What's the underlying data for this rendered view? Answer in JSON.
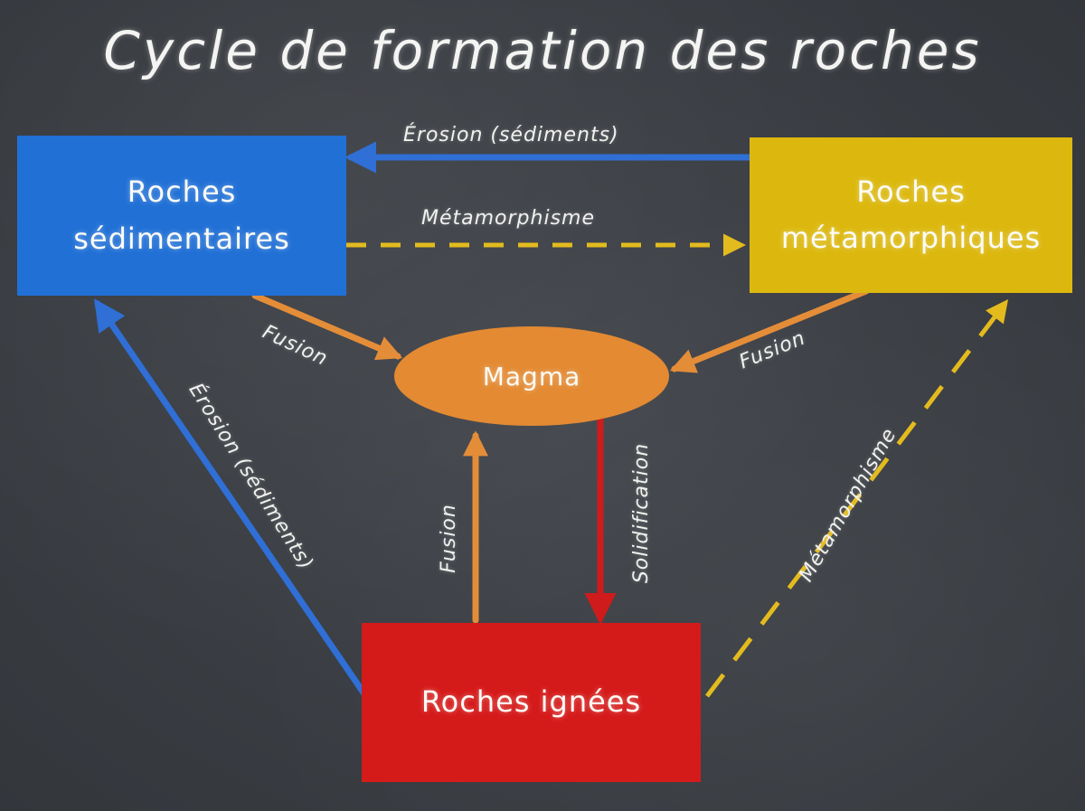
{
  "title": "Cycle de formation des roches",
  "nodes": {
    "sedimentary": {
      "line1": "Roches",
      "line2": "sédimentaires",
      "color": "#2170d6"
    },
    "metamorphic": {
      "line1": "Roches",
      "line2": "métamorphiques",
      "color": "#dcb80f"
    },
    "igneous": {
      "label": "Roches ignées",
      "color": "#d51a1a"
    },
    "magma": {
      "label": "Magma",
      "color": "#e38a33"
    }
  },
  "edges": {
    "erosion_top": "Érosion (sédiments)",
    "metamorphism_top": "Métamorphisme",
    "fusion_sed": "Fusion",
    "fusion_meta": "Fusion",
    "erosion_left": "Érosion (sédiments)",
    "fusion_ign": "Fusion",
    "solidification": "Solidification",
    "metamorphism_right": "Métamorphisme"
  },
  "colors": {
    "blue_arrow": "#2f6fd6",
    "yellow_arrow": "#e3bb1e",
    "orange_arrow": "#e48d38",
    "red_arrow": "#cf1b1b",
    "background": "#3a3e44"
  }
}
